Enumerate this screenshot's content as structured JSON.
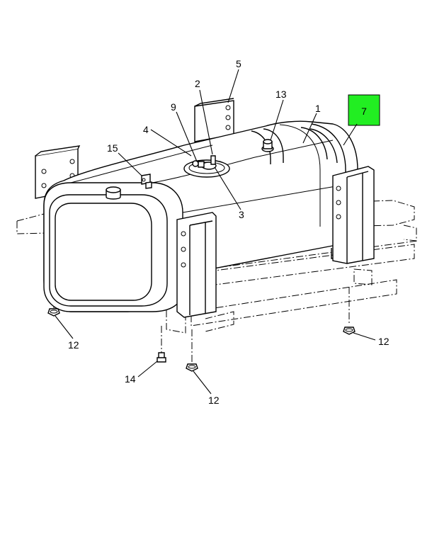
{
  "callouts": {
    "c1": "1",
    "c2": "2",
    "c3": "3",
    "c4": "4",
    "c5": "5",
    "c9": "9",
    "c12a": "12",
    "c12b": "12",
    "c12c": "12",
    "c13": "13",
    "c14": "14",
    "c15": "15"
  },
  "highlight": {
    "label": "7",
    "color": "#22ee22"
  }
}
